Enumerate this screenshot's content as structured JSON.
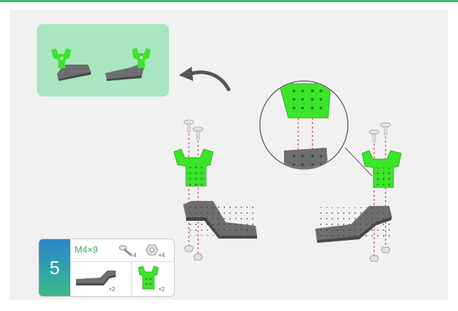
{
  "colors": {
    "accent_green": "#3ce42a",
    "panel_bg": "#a8e6c0",
    "badge_top": "#2e86c8",
    "badge_bottom": "#3cb98a",
    "dashed_line": "#d9453a",
    "bracket_gray": "#6b6b6b"
  },
  "icons": {
    "arrow": "curved-arrow-icon",
    "zoom": "magnifier-circle-icon",
    "screw": "screw-icon",
    "nut": "nut-icon"
  },
  "legend": {
    "step_number": "5",
    "screw_spec": "M4×9",
    "screw_qty": "×4",
    "nut_qty": "×4",
    "bracket_qty": "×2",
    "green_part_qty": "×2"
  }
}
